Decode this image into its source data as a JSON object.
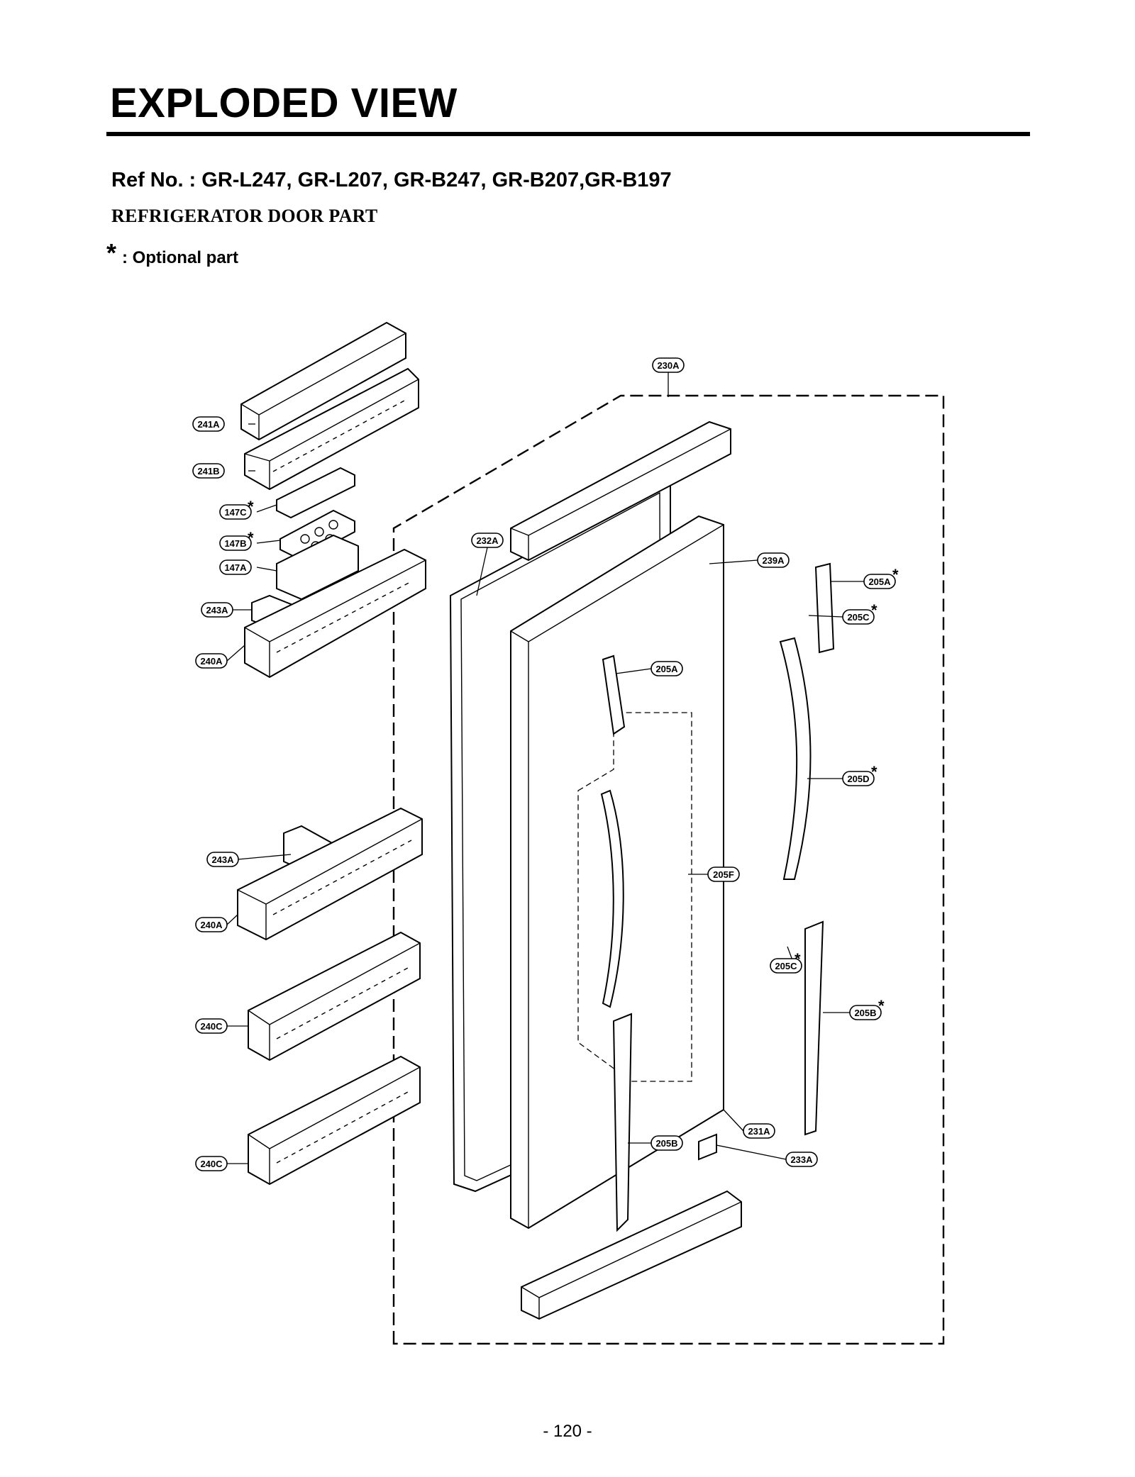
{
  "header": {
    "title": "EXPLODED VIEW",
    "ref_line": "Ref No. : GR-L247, GR-L207, GR-B247, GR-B207,GR-B197",
    "section": "REFRIGERATOR DOOR PART",
    "note_symbol": "*",
    "note_text": ": Optional part"
  },
  "callouts": [
    {
      "id": "230A",
      "optional": false
    },
    {
      "id": "241A",
      "optional": false
    },
    {
      "id": "241B",
      "optional": false
    },
    {
      "id": "147C",
      "optional": true
    },
    {
      "id": "147B",
      "optional": true
    },
    {
      "id": "147A",
      "optional": false
    },
    {
      "id": "243A",
      "optional": false
    },
    {
      "id": "240A",
      "optional": false
    },
    {
      "id": "232A",
      "optional": false
    },
    {
      "id": "239A",
      "optional": false
    },
    {
      "id": "205A",
      "optional": true
    },
    {
      "id": "205C",
      "optional": true
    },
    {
      "id": "205A",
      "optional": false
    },
    {
      "id": "205D",
      "optional": true
    },
    {
      "id": "205F",
      "optional": false
    },
    {
      "id": "243A",
      "optional": false
    },
    {
      "id": "240A",
      "optional": false
    },
    {
      "id": "205C",
      "optional": true
    },
    {
      "id": "205B",
      "optional": true
    },
    {
      "id": "240C",
      "optional": false
    },
    {
      "id": "231A",
      "optional": false
    },
    {
      "id": "205B",
      "optional": false
    },
    {
      "id": "233A",
      "optional": false
    },
    {
      "id": "240C",
      "optional": false
    }
  ],
  "footer": {
    "page_number": "- 120 -"
  }
}
